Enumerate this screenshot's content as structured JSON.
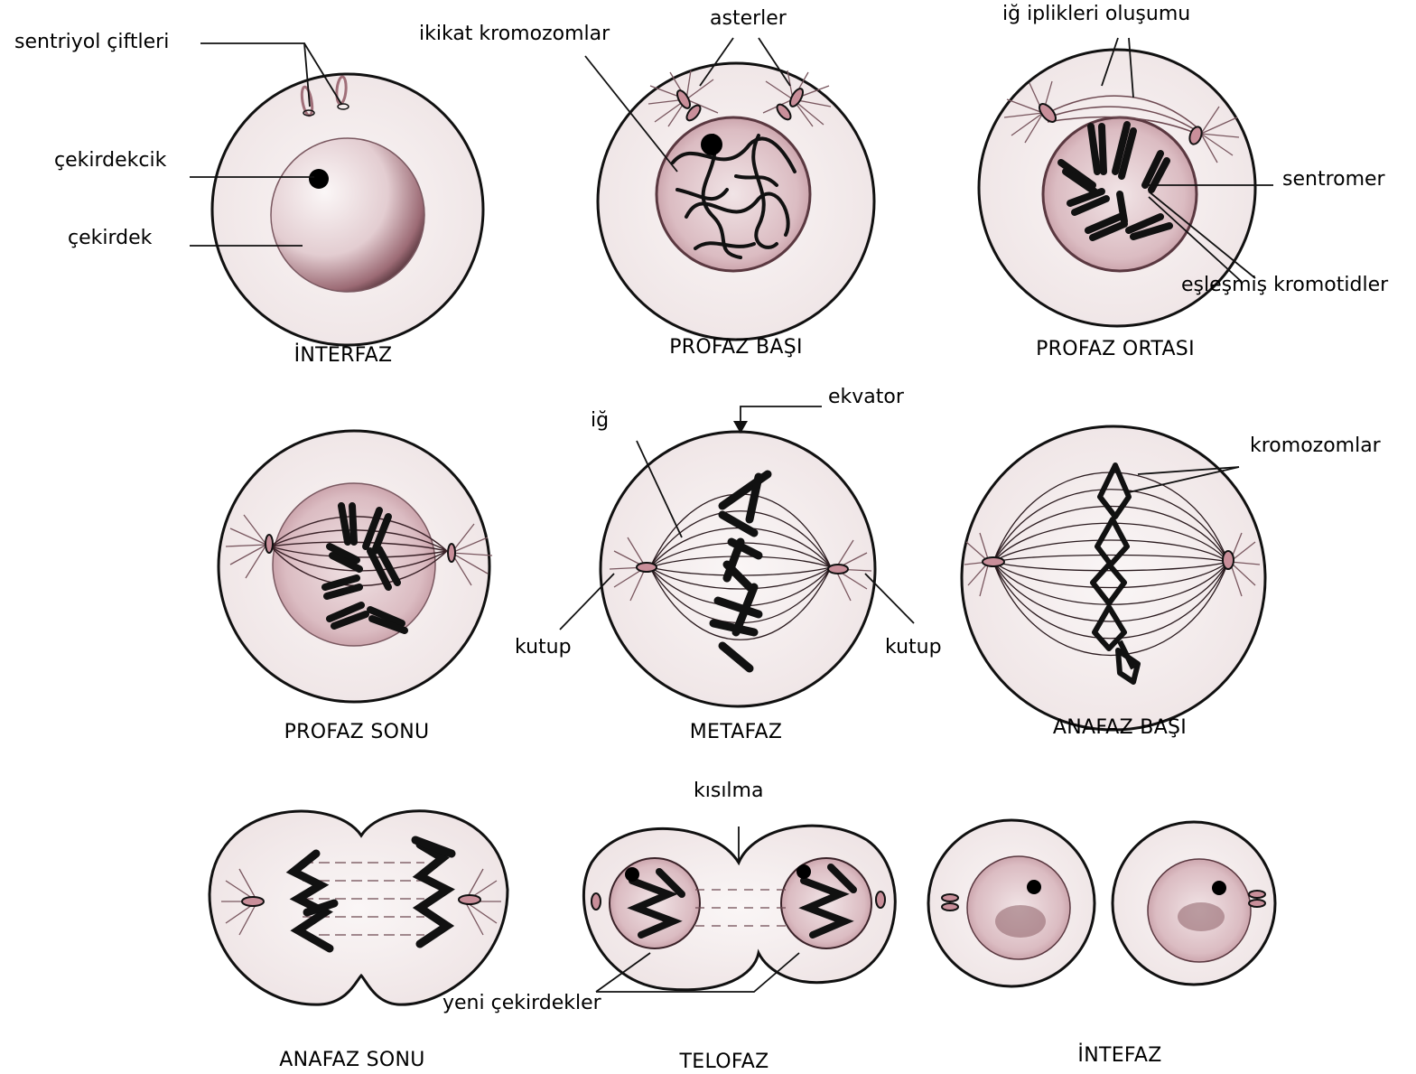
{
  "stages": {
    "interfaz": "İNTERFAZ",
    "profaz_basi": "PROFAZ BAŞI",
    "profaz_ortasi": "PROFAZ ORTASI",
    "profaz_sonu": "PROFAZ SONU",
    "metafaz": "METAFAZ",
    "anafaz_basi": "ANAFAZ BAŞI",
    "anafaz_sonu": "ANAFAZ SONU",
    "telofaz": "TELOFAZ",
    "intefaz": "İNTEFAZ"
  },
  "labels": {
    "sentriyol": "sentriyol çiftleri",
    "cekirdekcik": "çekirdekcik",
    "cekirdek": "çekirdek",
    "ikikat": "ikikat kromozomlar",
    "asterler": "asterler",
    "ig_iplikleri": "iğ iplikleri oluşumu",
    "sentromer": "sentromer",
    "eslesmis": "eşleşmiş kromotidler",
    "ekvator": "ekvator",
    "ig": "iğ",
    "kutup_left": "kutup",
    "kutup_right": "kutup",
    "kromozomlar": "kromozomlar",
    "kisilma": "kısılma",
    "yeni_cekirdekler": "yeni çekirdekler"
  },
  "colors": {
    "cell_fill": "#f7f1f2",
    "nucleus_fill": "#cfaeb4",
    "nucleus_dark": "#6e4a52",
    "pink_accent": "#c98f9a",
    "outline": "#111111"
  }
}
